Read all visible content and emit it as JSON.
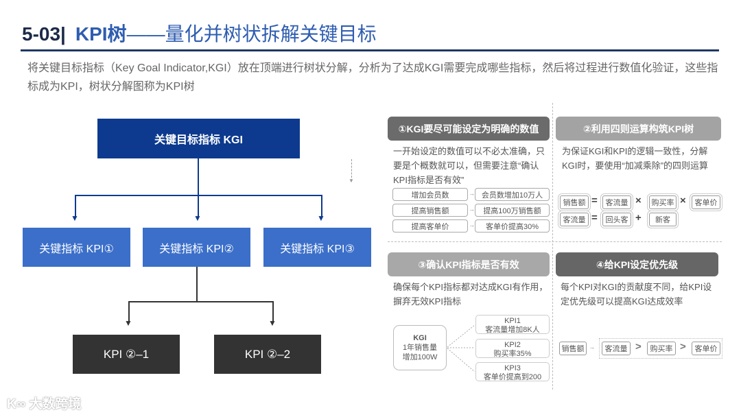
{
  "header": {
    "number": "5-03|",
    "title_bold": "KPI树",
    "title_rest": "——量化并树状拆解关键目标"
  },
  "intro": "将关键目标指标（Key Goal Indicator,KGI）放在顶端进行树状分解，分析为了达成KGI需要完成哪些指标，然后将过程进行数值化验证，这些指标成为KPI，树状分解图称为KPI树",
  "tree": {
    "kgi": "关键目标指标 KGI",
    "kpis": [
      "关键指标 KPI①",
      "关键指标 KPI②",
      "关键指标 KPI③"
    ],
    "subs": [
      "KPI ②–1",
      "KPI ②–2"
    ]
  },
  "colors": {
    "navy": "#0d3a8e",
    "blue": "#3b6fc9",
    "dark": "#333333",
    "title_blue": "#2f5db0"
  },
  "panels": [
    {
      "header": "①KGI要尽可能设定为明确的数值",
      "text": "一开始设定的数值可以不必太准确，只要是个概数就可以，但需要注意“确认KPI指标是否有效”",
      "rows": [
        [
          "增加会员数",
          "会员数增加10万人"
        ],
        [
          "提高销售额",
          "提高100万销售额"
        ],
        [
          "提高客单价",
          "客单价提高30%"
        ]
      ]
    },
    {
      "header": "②利用四则运算构筑KPI树",
      "text": "为保证KGI和KPI的逻辑一致性，分解KGI时，要使用“加减乘除”的四则运算",
      "eq1": [
        "销售额",
        "=",
        "客流量",
        "×",
        "购买率",
        "×",
        "客单价"
      ],
      "eq2": [
        "客流量",
        "=",
        "回头客",
        "+",
        "新客"
      ]
    },
    {
      "header": "③确认KPI指标是否有效",
      "text": "确保每个KPI指标都对达成KGI有作用，摒弃无效KPI指标",
      "kgi": [
        "KGI",
        "1年销售量",
        "增加100W"
      ],
      "kpis": [
        [
          "KPI1",
          "客流量增加8K人"
        ],
        [
          "KPI2",
          "购买率35%"
        ],
        [
          "KPI3",
          "客单价提高到200"
        ]
      ]
    },
    {
      "header": "④给KPI设定优先级",
      "text": "每个KPI对KGI的贡献度不同，给KPI设定优先级可以提高KGI达成效率",
      "chain": [
        "销售额",
        "客流量",
        ">",
        "购买率",
        ">",
        "客单价"
      ]
    }
  ],
  "footer": {
    "logo": "大数跨境"
  }
}
